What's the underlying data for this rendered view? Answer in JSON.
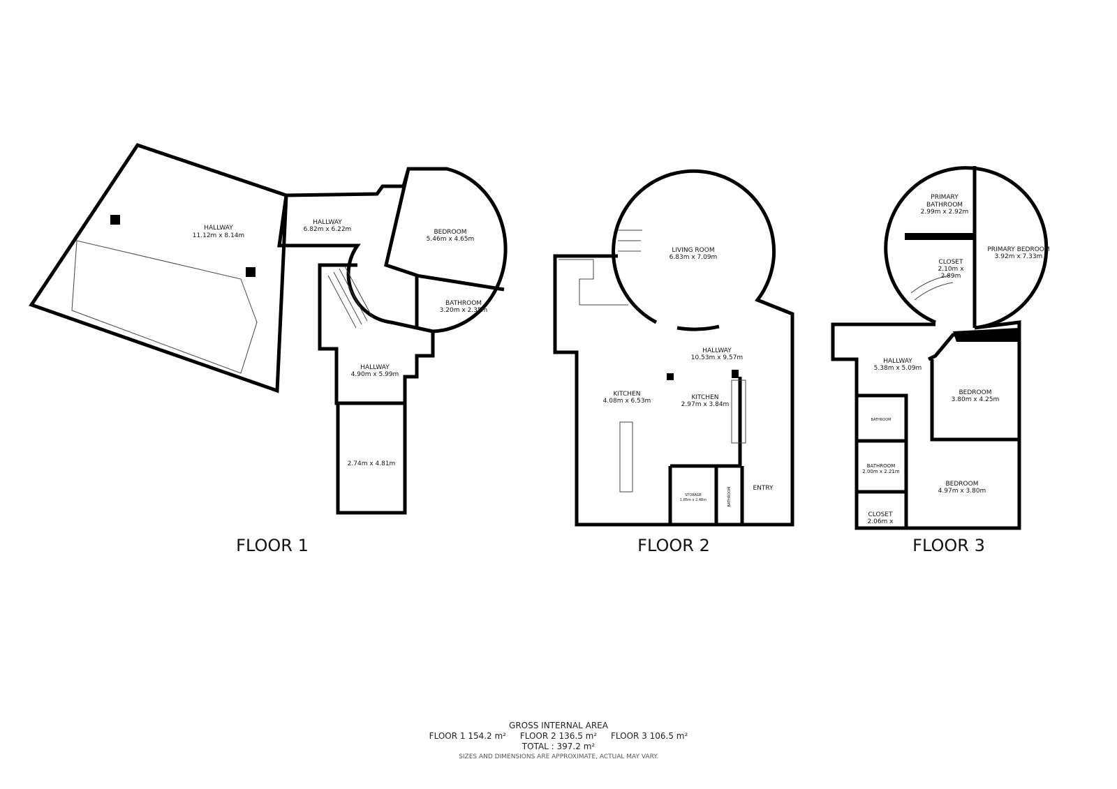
{
  "floors": [
    {
      "label": "FLOOR 1",
      "rooms": [
        {
          "name": "HALLWAY",
          "dims": "11.12m x 8.14m"
        },
        {
          "name": "HALLWAY",
          "dims": "6.82m x 6.22m"
        },
        {
          "name": "BEDROOM",
          "dims": "5.46m x 4.65m"
        },
        {
          "name": "BATHROOM",
          "dims": "3.20m x 2.35m"
        },
        {
          "name": "HALLWAY",
          "dims": "4.90m x 5.99m"
        },
        {
          "name": "",
          "dims": "2.74m x 4.81m"
        }
      ]
    },
    {
      "label": "FLOOR 2",
      "rooms": [
        {
          "name": "LIVING ROOM",
          "dims": "6.83m x 7.09m"
        },
        {
          "name": "HALLWAY",
          "dims": "10.53m x 9.57m"
        },
        {
          "name": "KITCHEN",
          "dims": "4.08m x 6.53m"
        },
        {
          "name": "KITCHEN",
          "dims": "2.97m x 3.84m"
        },
        {
          "name": "STORAGE",
          "dims": "1.85m x 2.48m"
        },
        {
          "name": "BATHROOM",
          "dims": ""
        },
        {
          "name": "ENTRY",
          "dims": ""
        }
      ]
    },
    {
      "label": "FLOOR 3",
      "rooms": [
        {
          "name": "PRIMARY",
          "name2": "BATHROOM",
          "dims": "2.99m x 2.92m"
        },
        {
          "name": "PRIMARY BEDROOM",
          "dims": "3.92m x 7.33m"
        },
        {
          "name": "CLOSET",
          "dims": "2.10m x",
          "dims2": "2.89m"
        },
        {
          "name": "HALLWAY",
          "dims": "5.38m x 5.09m"
        },
        {
          "name": "BEDROOM",
          "dims": "3.80m x 4.25m"
        },
        {
          "name": "BATHROOM",
          "dims": ""
        },
        {
          "name": "BATHROOM",
          "dims": "2.00m x 2.21m"
        },
        {
          "name": "BEDROOM",
          "dims": "4.97m x 3.80m"
        },
        {
          "name": "CLOSET",
          "dims": "2.06m x"
        }
      ]
    }
  ],
  "summary": {
    "title": "GROSS INTERNAL AREA",
    "floor1": "FLOOR 1 154.2 m²",
    "floor2": "FLOOR 2 136.5 m²",
    "floor3": "FLOOR 3 106.5 m²",
    "total": "TOTAL :  397.2 m²",
    "disclaimer": "SIZES AND DIMENSIONS ARE APPROXIMATE, ACTUAL MAY VARY."
  }
}
